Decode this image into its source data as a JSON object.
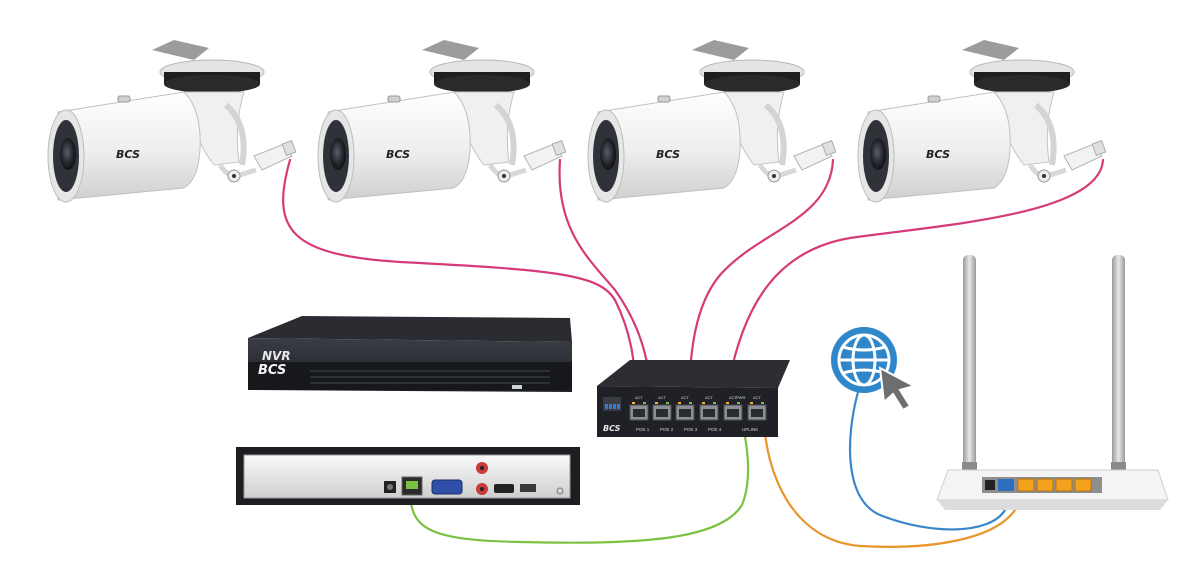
{
  "cameras": [
    {
      "brand": "BCS"
    },
    {
      "brand": "BCS"
    },
    {
      "brand": "BCS"
    },
    {
      "brand": "BCS"
    }
  ],
  "nvr": {
    "model_label": "NVR",
    "brand": "BCS"
  },
  "switch": {
    "brand": "BCS",
    "port_labels": [
      "POE 1",
      "POE 2",
      "POE 3",
      "POE 4",
      "UPLINK"
    ],
    "act_labels": [
      "ACT",
      "ACT",
      "ACT",
      "ACT",
      "ACT",
      "ACT"
    ],
    "pwr_label": "PWR"
  },
  "icons": {
    "internet": "globe-icon",
    "pointer": "cursor-arrow-icon"
  },
  "colors": {
    "camera_cable": "#d63a78",
    "nvr_cable": "#7cc242",
    "router_cable": "#e8952a",
    "internet_cable": "#3b86c8",
    "globe": "#2f86c9",
    "router_ports": "#f2a21c",
    "router_wan_port": "#2f6fc0"
  }
}
